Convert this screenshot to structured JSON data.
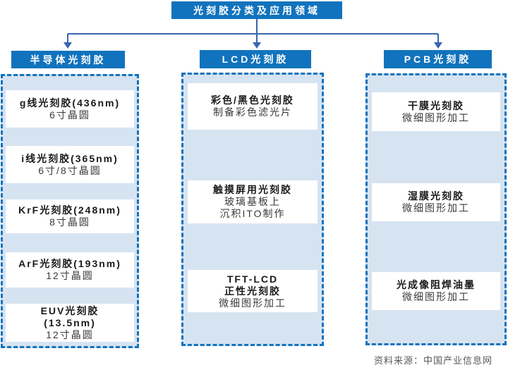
{
  "colors": {
    "primary_blue": "#1173BD",
    "connector_blue": "#3A66B0",
    "panel_fill": "#D6E3F1",
    "item_fill": "#FFFFFF",
    "item_title_text": "#1A1A1A",
    "item_desc_text": "#3A3A3A",
    "source_text": "#595959"
  },
  "root_title": "光刻胶分类及应用领域",
  "columns": [
    {
      "header": "半导体光刻胶",
      "items": [
        {
          "title_lines": [
            "g线光刻胶(436nm)"
          ],
          "desc_lines": [
            "6寸晶圆"
          ]
        },
        {
          "title_lines": [
            "i线光刻胶(365nm)"
          ],
          "desc_lines": [
            "6寸/8寸晶圆"
          ]
        },
        {
          "title_lines": [
            "KrF光刻胶(248nm)"
          ],
          "desc_lines": [
            "8寸晶圆"
          ]
        },
        {
          "title_lines": [
            "ArF光刻胶(193nm)"
          ],
          "desc_lines": [
            "12寸晶圆"
          ]
        },
        {
          "title_lines": [
            "EUV光刻胶",
            "(13.5nm)"
          ],
          "desc_lines": [
            "12寸晶圆"
          ]
        }
      ]
    },
    {
      "header": "LCD光刻胶",
      "items": [
        {
          "title_lines": [
            "彩色/黑色光刻胶"
          ],
          "desc_lines": [
            "制备彩色滤光片"
          ]
        },
        {
          "title_lines": [
            "触摸屏用光刻胶"
          ],
          "desc_lines": [
            "玻璃基板上",
            "沉积ITO制作"
          ]
        },
        {
          "title_lines": [
            "TFT-LCD",
            "正性光刻胶"
          ],
          "desc_lines": [
            "微细图形加工"
          ]
        }
      ]
    },
    {
      "header": "PCB光刻胶",
      "items": [
        {
          "title_lines": [
            "干膜光刻胶"
          ],
          "desc_lines": [
            "微细图形加工"
          ]
        },
        {
          "title_lines": [
            "湿膜光刻胶"
          ],
          "desc_lines": [
            "微细图形加工"
          ]
        },
        {
          "title_lines": [
            "光成像阻焊油墨"
          ],
          "desc_lines": [
            "微细图形加工"
          ]
        }
      ]
    }
  ],
  "source_note": "资料来源：中国产业信息网"
}
